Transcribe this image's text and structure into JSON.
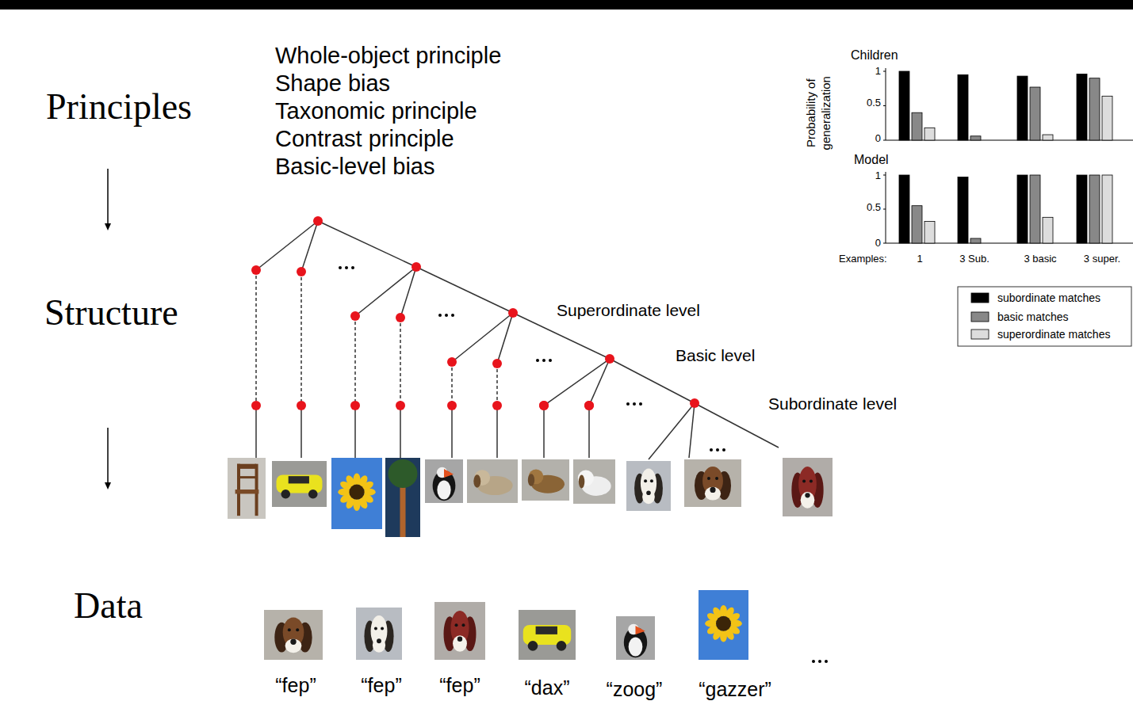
{
  "diagram": {
    "labels": [
      "Principles",
      "Structure",
      "Data",
      "Whole-object principle",
      "Shape bias",
      "Taxonomic principle",
      "Contrast principle",
      "Basic-level bias",
      "Superordinate level",
      "Basic level",
      "Subordinate level",
      "“fep”",
      "“fep”",
      "“fep”",
      "“dax”",
      "“zoog”",
      "“gazzer”",
      "Children",
      "Model",
      "Probability of generalization",
      "1",
      "0.5",
      "0",
      "1",
      "0.5",
      "0",
      "Examples:",
      "1",
      "3 Sub.",
      "3 basic",
      "3 super."
    ],
    "legend": [
      {
        "text": "subordinate matches",
        "color": "#000000"
      },
      {
        "text": "basic matches",
        "color": "#888888"
      },
      {
        "text": "superordinate matches",
        "color": "#dddddd"
      }
    ]
  }
}
